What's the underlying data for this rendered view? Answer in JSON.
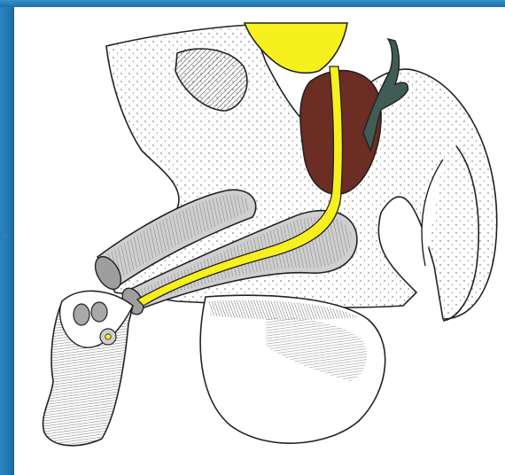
{
  "slide": {
    "frame_color": "#1f6fa6",
    "background_color": "#ffffff"
  },
  "figure": {
    "colors": {
      "urinary_yellow": "#f7f01f",
      "prostate_brown": "#6b2d24",
      "vesicle_green": "#3f5c55",
      "outline": "#222222",
      "tissue_shade": "#cfcfcf"
    },
    "parts": [
      "bladder",
      "urethra",
      "prostate",
      "seminal-vesicle",
      "corpus-cavernosum",
      "corpus-spongiosum",
      "scrotum",
      "pubic-bone",
      "penis-cross-section"
    ]
  }
}
